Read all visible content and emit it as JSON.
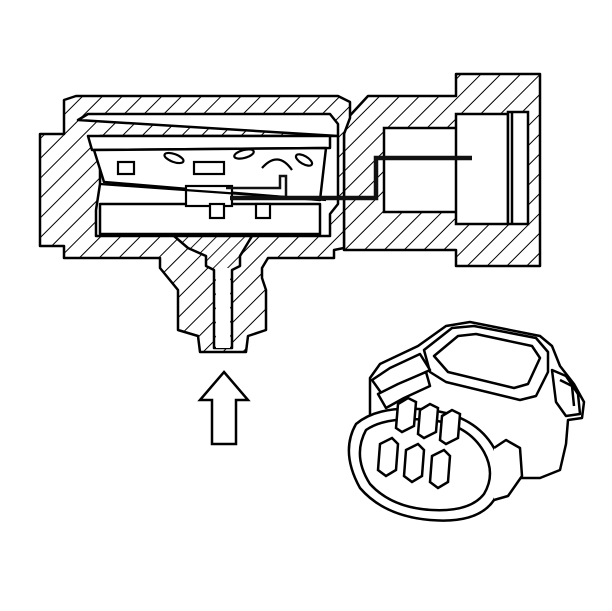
{
  "diagram": {
    "line_color": "#000000",
    "fill_color": "#ffffff",
    "hatch_color": "#000000",
    "wire_color": "#111111",
    "parts": [
      "sensor-body-cross-section",
      "pressure-port-nipple",
      "sensing-element",
      "internal-wire",
      "electrical-connector-housing",
      "pressure-direction-arrow",
      "connector-3d-view",
      "connector-terminals"
    ],
    "terminal_count": 3
  }
}
